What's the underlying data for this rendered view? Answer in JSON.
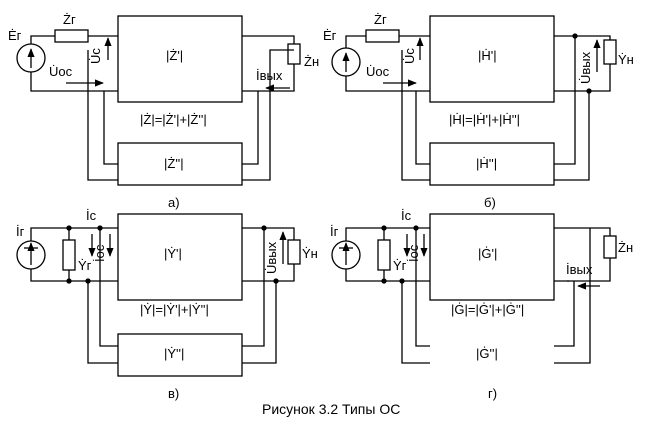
{
  "figure_caption": "Рисунок 3.2 Типы ОС",
  "panels": [
    {
      "id": "a",
      "source_label": "Ėг",
      "source_impedance_label": "Żг",
      "input_current_label": "U̇ос",
      "input_voltage_label": "U̇с",
      "output_label": "İвых",
      "load_label": "Żн",
      "main_block_label": "|Ż'|",
      "feedback_block_label": "|Ż''|",
      "equation": "|Ż|=|Ż'|+|Ż''|",
      "subfigure_label": "а)"
    },
    {
      "id": "b",
      "source_label": "Ėг",
      "source_impedance_label": "Żг",
      "input_current_label": "U̇ос",
      "input_voltage_label": "U̇с",
      "output_label": "U̇вых",
      "load_label": "Ẏн",
      "main_block_label": "|Ḣ'|",
      "feedback_block_label": "|Ḣ''|",
      "equation": "|Ḣ|=|Ḣ'|+|Ḣ''|",
      "subfigure_label": "б)"
    },
    {
      "id": "c",
      "source_label": "İг",
      "source_admittance_label": "Ẏг",
      "input_current_label": "İос",
      "input_top_label": "İс",
      "output_label": "U̇вых",
      "load_label": "Ẏн",
      "main_block_label": "|Ẏ'|",
      "feedback_block_label": "|Ẏ''|",
      "equation": "|Ẏ|=|Ẏ'|+|Ẏ''|",
      "subfigure_label": "в)"
    },
    {
      "id": "d",
      "source_label": "İг",
      "source_admittance_label": "Ẏг",
      "input_current_label": "İос",
      "input_top_label": "İс",
      "output_label": "İвых",
      "load_label": "Żн",
      "main_block_label": "|Ġ'|",
      "feedback_block_label": "|Ġ''|",
      "equation": "|Ġ|=|Ġ'|+|Ġ''|",
      "subfigure_label": "г)"
    }
  ]
}
